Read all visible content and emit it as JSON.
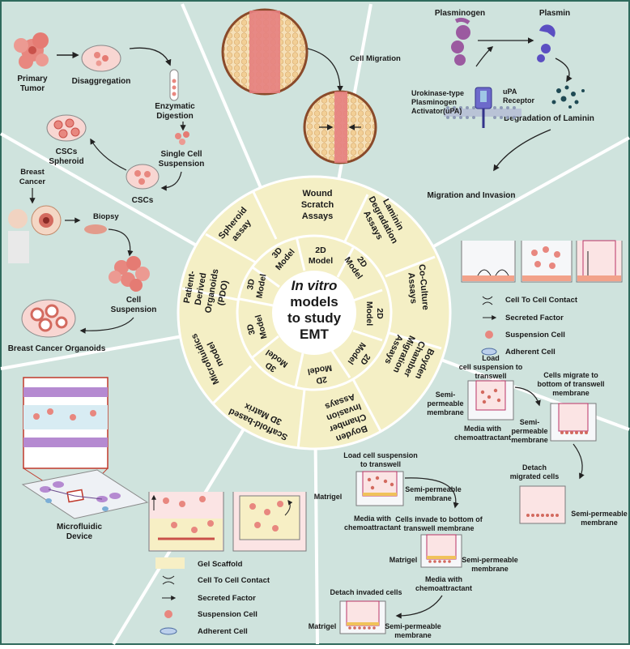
{
  "center": {
    "line1": "In vitro",
    "line2": "models",
    "line3": "to study",
    "line4": "EMT"
  },
  "outer_ring": {
    "wound_scratch": [
      "Wound",
      "Scratch",
      "Assays"
    ],
    "laminin": [
      "Laminin",
      "Degradation",
      "Assays"
    ],
    "coculture": [
      "Co-Culture",
      "Assays"
    ],
    "boyden_migration": [
      "Boyden",
      "Chamber",
      "Migration",
      "Assays"
    ],
    "boyden_invasion": [
      "Boyden",
      "Chamber",
      "Invasion",
      "Assays"
    ],
    "scaffold": [
      "Scaffold-based",
      "3D Matrix"
    ],
    "microfluidics": [
      "Microfluidics",
      "model"
    ],
    "pdo": [
      "Patient-",
      "Derived",
      "Organoids",
      "(PDO)"
    ],
    "spheroid": [
      "Spheroid",
      "assay"
    ]
  },
  "inner_ring": {
    "top": [
      "2D",
      "Model"
    ],
    "upper_right": [
      "2D",
      "Model"
    ],
    "right": [
      "2D",
      "Model"
    ],
    "lower_right": [
      "2D",
      "Model"
    ],
    "bottom_right": [
      "2D",
      "Model"
    ],
    "bottom_left": [
      "3D",
      "Model"
    ],
    "left_lower": [
      "3D",
      "Model"
    ],
    "left": [
      "3D",
      "Model"
    ],
    "upper_left": [
      "3D",
      "Model"
    ]
  },
  "spheroid_panel": {
    "primary_tumor": [
      "Primary",
      "Tumor"
    ],
    "disaggregation": "Disaggregation",
    "enzymatic": [
      "Enzymatic",
      "Digestion"
    ],
    "single_cell": [
      "Single Cell",
      "Suspension"
    ],
    "cscs_spheroid": [
      "CSCs",
      "Spheroid"
    ],
    "cscs": "CSCs"
  },
  "wound_panel": {
    "cell_migration": "Cell Migration"
  },
  "laminin_panel": {
    "plasminogen": "Plasminogen",
    "plasmin": "Plasmin",
    "upa": [
      "Urokinase-type",
      "Plasminogen",
      "Activator(uPA)"
    ],
    "upa_receptor": [
      "uPA",
      "Receptor"
    ],
    "degradation": "Degradation of Laminin",
    "migration_invasion": "Migration and Invasion"
  },
  "pdo_panel": {
    "breast_cancer": [
      "Breast",
      "Cancer"
    ],
    "biopsy": "Biopsy",
    "cell_suspension": [
      "Cell",
      "Suspension"
    ],
    "organoids": "Breast Cancer Organoids"
  },
  "coculture_legend": {
    "contact": "Cell To Cell Contact",
    "secreted": "Secreted Factor",
    "suspension": "Suspension Cell",
    "adherent": "Adherent Cell"
  },
  "migration_panel": {
    "load": [
      "Load",
      "cell suspension to",
      "transwell"
    ],
    "semi1": [
      "Semi-",
      "permeable",
      "membrane"
    ],
    "media": [
      "Media with",
      "chemoattractant"
    ],
    "cells_migrate": [
      "Cells migrate to",
      "bottom of transwell",
      "membrane"
    ],
    "semi2": [
      "Semi-",
      "permeable",
      "membrane"
    ],
    "detach": [
      "Detach",
      "migrated cells"
    ],
    "semi3": [
      "Semi-permeable",
      "membrane"
    ]
  },
  "invasion_panel": {
    "load": [
      "Load cell suspension",
      "to transwell"
    ],
    "matrigel1": "Matrigel",
    "semi1": [
      "Semi-permeable",
      "membrane"
    ],
    "media1": [
      "Media with",
      "chemoattractant"
    ],
    "cells_invade": [
      "Cells invade to bottom of",
      "transwell membrane"
    ],
    "matrigel2": "Matrigel",
    "semi2": [
      "Semi-permeable",
      "membrane"
    ],
    "media2": [
      "Media with",
      "chemoattractant"
    ],
    "detach": "Detach invaded cells",
    "matrigel3": "Matrigel",
    "semi3": [
      "Semi-permeable",
      "membrane"
    ]
  },
  "microfluidic_panel": {
    "device": [
      "Microfluidic",
      "Device"
    ]
  },
  "scaffold_legend": {
    "gel": "Gel Scaffold",
    "contact": "Cell To Cell Contact",
    "secreted": "Secreted Factor",
    "suspension": "Suspension Cell",
    "adherent": "Adherent Cell"
  },
  "colors": {
    "background": "#cfe3dd",
    "ring": "#f4efc5",
    "frame": "#2f6a5c",
    "cell": "#e8877f"
  }
}
